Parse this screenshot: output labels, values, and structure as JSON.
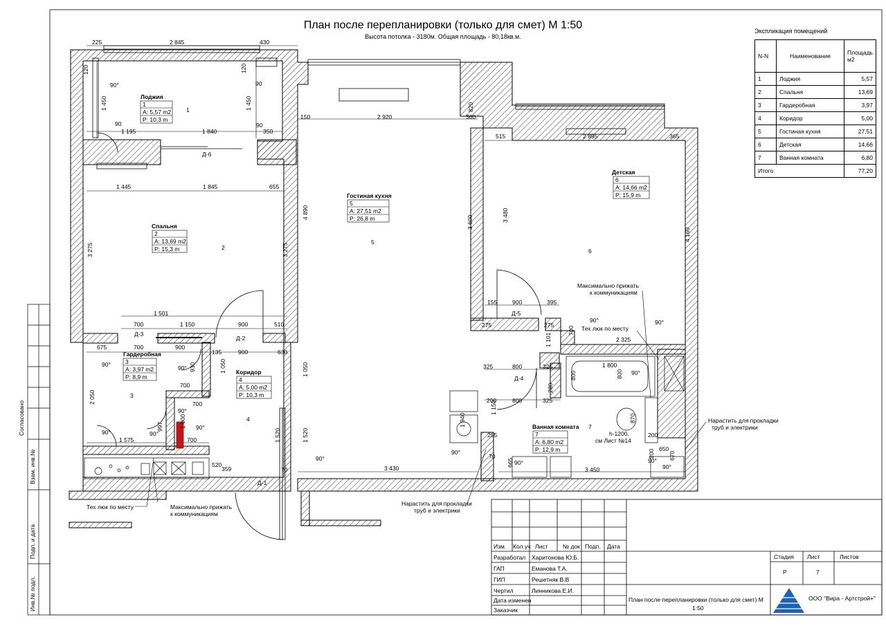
{
  "header": {
    "title": "План после перепланировки (только для смет) М 1:50",
    "subtitle": "Высота потолка - 3180м.  Общая площадь - 80,18кв.м."
  },
  "explication": {
    "caption": "Экспликация  помещений",
    "columns": [
      "N-N",
      "Наименование",
      "Площадь м2"
    ],
    "rows": [
      {
        "n": "1",
        "name": "Лоджия",
        "area": "5,57"
      },
      {
        "n": "2",
        "name": "Спальня",
        "area": "13,69"
      },
      {
        "n": "3",
        "name": "Гардеробная",
        "area": "3,97"
      },
      {
        "n": "4",
        "name": "Коридор",
        "area": "5,00"
      },
      {
        "n": "5",
        "name": "Гостиная кухня",
        "area": "27,51"
      },
      {
        "n": "6",
        "name": "Детская",
        "area": "14,66"
      },
      {
        "n": "7",
        "name": "Ванная комната",
        "area": "6,80"
      }
    ],
    "total_label": "Итого",
    "total_value": "77,20"
  },
  "rooms": [
    {
      "name": "Лоджия",
      "n": "1",
      "area": "A: 5,57 m2",
      "perimeter": "P: 10,3 m",
      "tag": "1"
    },
    {
      "name": "Спальня",
      "n": "2",
      "area": "A: 13,69 m2",
      "perimeter": "P: 15,3 m",
      "tag": "2"
    },
    {
      "name": "Гардеробная",
      "n": "3",
      "area": "A: 3,97 m2",
      "perimeter": "P: 8,9 m",
      "tag": "3"
    },
    {
      "name": "Коридор",
      "n": "4",
      "area": "A: 5,00 m2",
      "perimeter": "P: 10,3 m",
      "tag": "4"
    },
    {
      "name": "Гостиная  кухня",
      "n": "5",
      "area": "A: 27,51 m2",
      "perimeter": "P: 26,8 m",
      "tag": "5"
    },
    {
      "name": "Детская",
      "n": "6",
      "area": "A: 14,66 m2",
      "perimeter": "P: 15,9 m",
      "tag": "6"
    },
    {
      "name": "Ванная комната",
      "n": "7",
      "area": "A: 6,80 m2",
      "perimeter": "P: 12,9 m",
      "tag": "7"
    }
  ],
  "doors": [
    "Д-6",
    "Д-3",
    "Д-2",
    "Д-5",
    "Д-4",
    "Д-1"
  ],
  "dimensions": {
    "loggia_top": [
      "225",
      "2 845",
      "430"
    ],
    "loggia_sides": [
      "120",
      "1 450",
      "1 450",
      "120"
    ],
    "loggia_bottom": [
      "1 195",
      "1 840",
      "350"
    ],
    "loggia_misc": [
      "90"
    ],
    "living_top": [
      "150",
      "2 920",
      "360",
      "820"
    ],
    "nursery_top": [
      "515",
      "2 895",
      "365"
    ],
    "bedroom_top": [
      "1 445",
      "1 845",
      "655"
    ],
    "bedroom_sides": [
      "3 275",
      "3 275"
    ],
    "living_sides": [
      "4 890",
      "3 600",
      "1 050",
      "1 520",
      "1 520"
    ],
    "nursery_sides": [
      "3 480",
      "4 160"
    ],
    "wardrobe_top": [
      "1 501",
      "700",
      "1 150",
      "900",
      "510"
    ],
    "wardrobe_mid": [
      "675",
      "700",
      "900",
      "135",
      "900",
      "630"
    ],
    "wardrobe_dims": [
      "930",
      "1 050",
      "700",
      "700",
      "2 050",
      "997",
      "1 000",
      "1 575",
      "700"
    ],
    "nursery_door": [
      "155",
      "900",
      "395",
      "275",
      "275",
      "700",
      "1 101",
      "2 325"
    ],
    "bath_dims": [
      "325",
      "800",
      "325",
      "800",
      "325",
      "280",
      "200",
      "1 150",
      "1 800",
      "800",
      "800",
      "870",
      "1 940",
      "200"
    ],
    "bottom_dims": [
      "255",
      "70",
      "665",
      "520",
      "359",
      "70",
      "3 430",
      "3 450",
      "650",
      "670",
      "200"
    ],
    "angles": [
      "90°",
      "90",
      "90",
      "90°",
      "90°",
      "90°",
      "90°",
      "90°",
      "90°",
      "90°",
      "90°",
      "90°",
      "90°",
      "90°",
      "90°",
      "90°",
      "90°"
    ],
    "hatch_note": [
      "h-1200,",
      "см Лист №14"
    ]
  },
  "notes": {
    "tech_hatch_bottom": "Тех люк по месту",
    "press_to_comm_bottom_1": "Максимально прижать",
    "press_to_comm_bottom_2": "к коммуникациям",
    "press_to_comm_top_1": "Максимально прижать",
    "press_to_comm_top_2": "к коммуникациям",
    "tech_hatch_top": "Тех люк по месту",
    "build_up_right_1": "Нарастить для прокладки",
    "build_up_right_2": "труб и электрики",
    "build_up_bottom_1": "Нарастить для прокладки",
    "build_up_bottom_2": "труб и электрики"
  },
  "side_stamp": [
    "Согласовано",
    "Взам. инв.№",
    "Подп. и дата",
    "Инв.№ подл."
  ],
  "title_block": {
    "headers": [
      "Изм.",
      "Кол.уч",
      "Лист",
      "№ док",
      "Подп.",
      "Дата"
    ],
    "people": [
      {
        "role": "Разработал",
        "name": "Харитонова Ю.Б."
      },
      {
        "role": "ГАП",
        "name": "Еманова Т.А."
      },
      {
        "role": "ГИП",
        "name": "Решетняк В.В"
      },
      {
        "role": "Чертил",
        "name": "Линникова Е.И."
      },
      {
        "role": "Дата изменен",
        "name": ""
      },
      {
        "role": "Заказчик",
        "name": ""
      }
    ],
    "stage_header": "Стадия",
    "sheet_header": "Лист",
    "sheets_header": "Листов",
    "stage": "Р",
    "sheet": "7",
    "sheet_title_1": "План после перепланировки (только для смет) М",
    "sheet_title_2": "1:50",
    "company": "ООО \"Вира - Артстрой+\""
  }
}
